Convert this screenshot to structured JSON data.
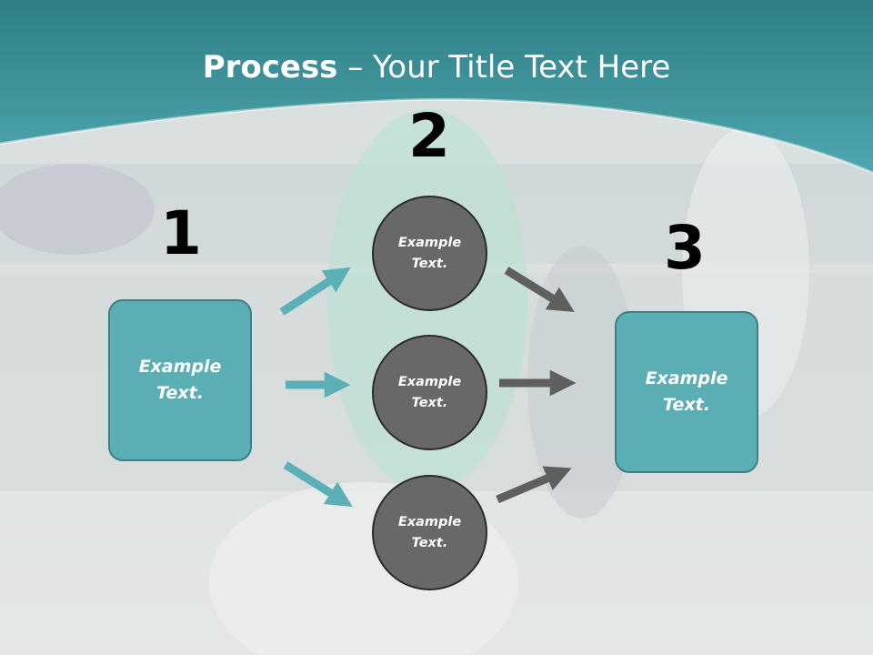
{
  "slide": {
    "title_bold": "Process",
    "title_rest": " – Your Title Text Here"
  },
  "steps": {
    "num1": "1",
    "num2": "2",
    "num3": "3",
    "box_left": "Example\nText.",
    "box_right": "Example\nText.",
    "circle_top": "Example\nText.",
    "circle_mid": "Example\nText.",
    "circle_bottom": "Example\nText."
  },
  "colors": {
    "header_teal": "#3f8f96",
    "box_fill": "#5aaeb4",
    "circle_fill": "#686868",
    "teal_arrow": "#5bb0b7",
    "gray_arrow": "#5f5f5f"
  }
}
